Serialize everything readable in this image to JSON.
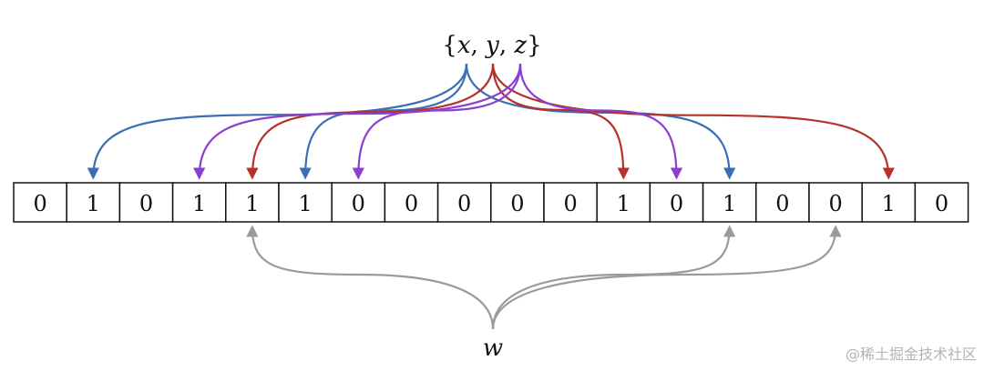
{
  "set_label": {
    "open": "{",
    "x": "x",
    "sep1": ", ",
    "y": "y",
    "sep2": ", ",
    "z": "z",
    "close": "}"
  },
  "bits": [
    "0",
    "1",
    "0",
    "1",
    "1",
    "1",
    "0",
    "0",
    "0",
    "0",
    "0",
    "1",
    "0",
    "1",
    "0",
    "0",
    "1",
    "0"
  ],
  "query_label": "w",
  "colors": {
    "x": "#3a6eb5",
    "y": "#b8302a",
    "z": "#8a3fd1",
    "w": "#9a9a9a"
  },
  "hashes": {
    "x": [
      1,
      5,
      13
    ],
    "y": [
      4,
      11,
      16
    ],
    "z": [
      3,
      6,
      12
    ],
    "w": [
      4,
      13,
      15
    ]
  },
  "watermark": "@稀土掘金技术社区"
}
